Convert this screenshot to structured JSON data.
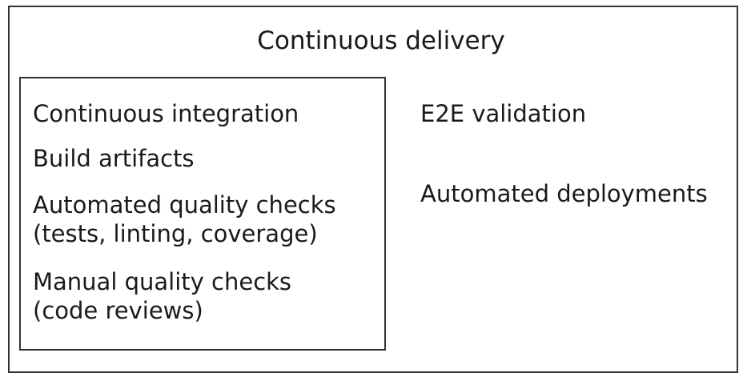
{
  "diagram": {
    "outer": {
      "title": "Continuous delivery"
    },
    "inner": {
      "items": [
        "Continuous integration",
        "Build artifacts",
        "Automated quality checks\n(tests, linting, coverage)",
        "Manual quality checks\n(code reviews)"
      ]
    },
    "right_items": [
      "E2E validation",
      "Automated deployments"
    ]
  }
}
